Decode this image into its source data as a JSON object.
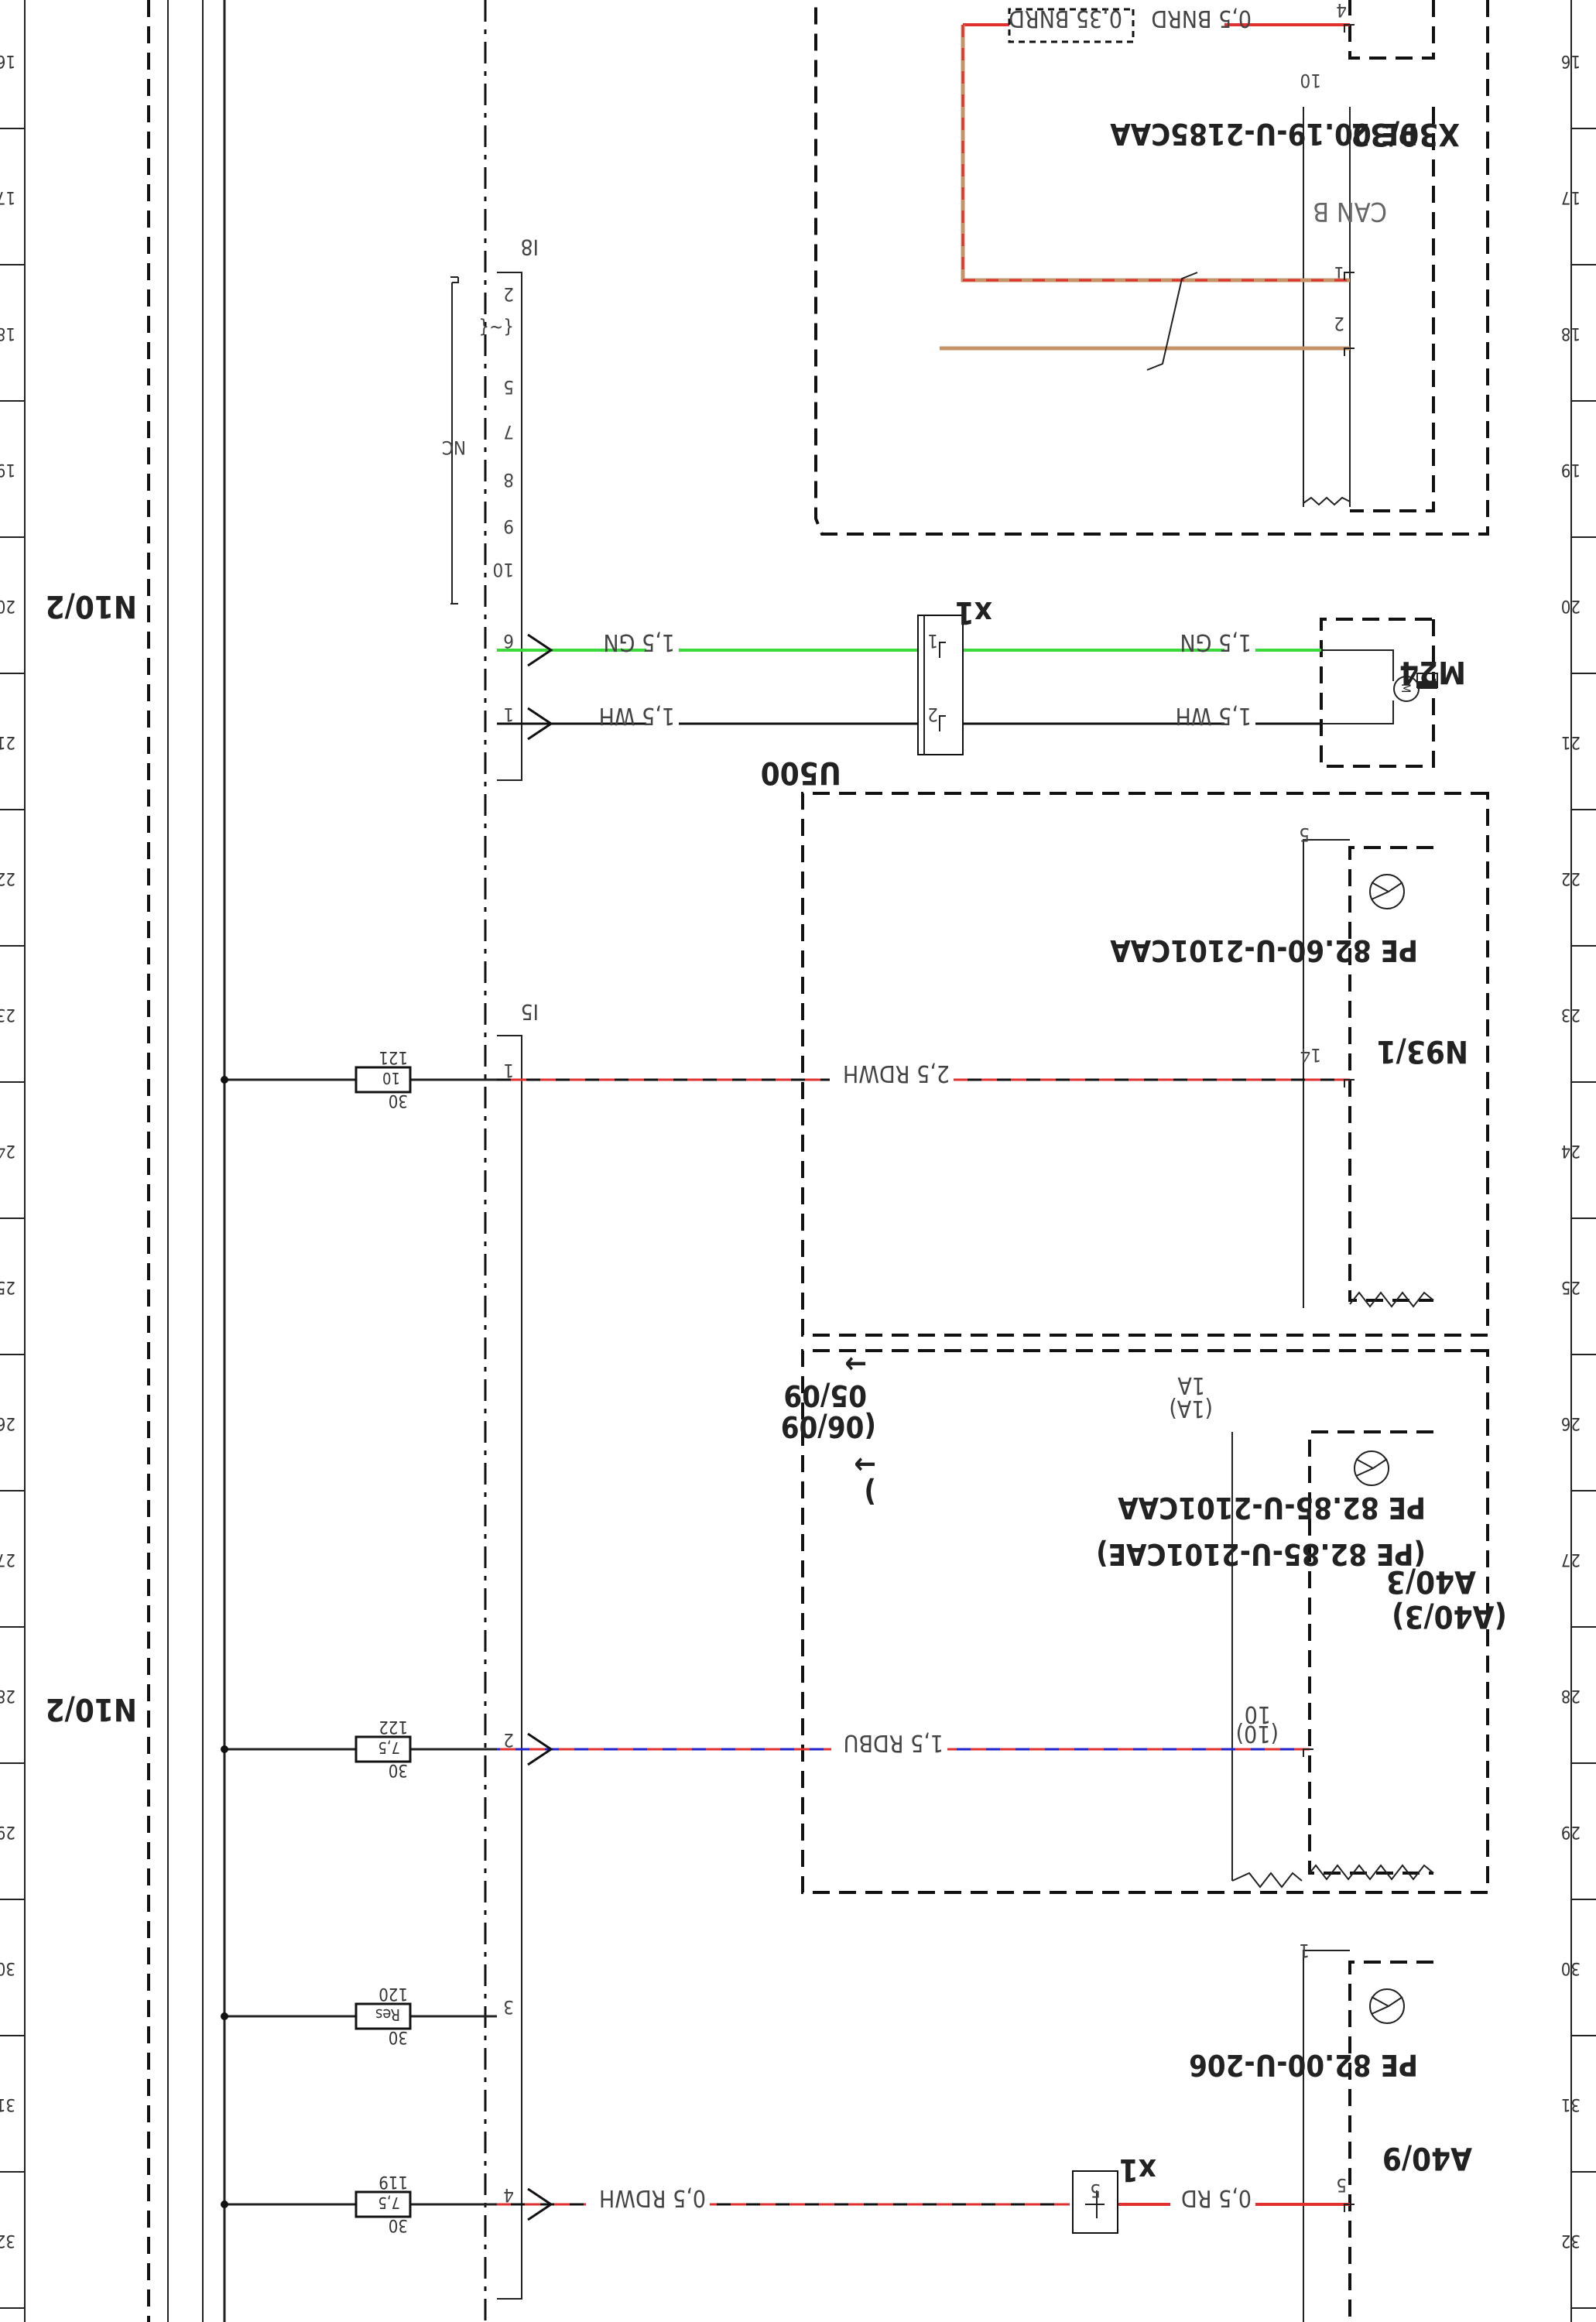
{
  "ruler": {
    "numbers": [
      "16",
      "17",
      "18",
      "19",
      "20",
      "21",
      "22",
      "23",
      "24",
      "25",
      "26",
      "27",
      "28",
      "29",
      "30",
      "31",
      "32"
    ]
  },
  "modules": {
    "x30_32": {
      "designation": "X30/32",
      "pe_ref": "PE 00.19-U-2185CAA",
      "bus_label": "CAN B",
      "pins": [
        "1",
        "2"
      ],
      "top_pin": "4",
      "ground_pin": "10"
    },
    "m24": {
      "designation": "M24"
    },
    "n93_1": {
      "designation": "N93/1",
      "pe_ref": "PE 82.60-U-2101CAA",
      "pins": [
        "5",
        "14"
      ]
    },
    "a40_3": {
      "designation": "A40/3",
      "designation_alt": "(A40/3)",
      "pe_ref": "PE 82.85-U-2101CAA",
      "pe_ref_alt": "(PE 82.85-U-2101CAE)",
      "pins": [
        "1A",
        "(1A)",
        "10",
        "(10)"
      ]
    },
    "a40_9": {
      "designation": "A40/9",
      "pe_ref": "PE 82.00-U-206",
      "pins": [
        "1",
        "5"
      ]
    },
    "u500": {
      "label": "U500"
    },
    "date_code": {
      "line1": "05/09",
      "line2": "(06/09",
      "arrow": "→",
      "close": ")"
    }
  },
  "connectors": {
    "x1": {
      "label": "x1",
      "pins": [
        "1",
        "2"
      ]
    },
    "x1_b": {
      "label": "x1",
      "pin": "5"
    },
    "i8": {
      "label": "I8",
      "pins": [
        "2",
        "5",
        "7",
        "8",
        "9",
        "10",
        "6",
        "1"
      ],
      "nc_label": "NC",
      "bridge_label": "{~{"
    },
    "i5": {
      "label": "I5",
      "pins": [
        "1",
        "2",
        "3",
        "4"
      ]
    }
  },
  "wires": {
    "top_left": "0,5 BNRD",
    "top_right": "0,35 BNRD",
    "m24_gn_left": "1,5 GN",
    "m24_wh_left": "1,5 WH",
    "m24_gn_right": "1,5 GN",
    "m24_wh_right": "1,5 WH",
    "n93_power": "2,5 RDWH",
    "a40_3_power": "1,5 RDBU",
    "a40_9_left": "0,5 RD",
    "a40_9_right": "0,5 RDWH"
  },
  "fuses": [
    {
      "number": "121",
      "rating": "10",
      "terminal": "30"
    },
    {
      "number": "122",
      "rating": "7,5",
      "terminal": "30"
    },
    {
      "number": "120",
      "rating": "Res",
      "terminal": "30"
    },
    {
      "number": "119",
      "rating": "7,5",
      "terminal": "30"
    }
  ],
  "fusebox": {
    "label_1": "N10/2",
    "label_2": "N10/2"
  },
  "colors": {
    "red": "#e03030",
    "brown": "#c49468",
    "green": "#3ad83a",
    "blue": "#2222cc",
    "black": "#111111"
  }
}
